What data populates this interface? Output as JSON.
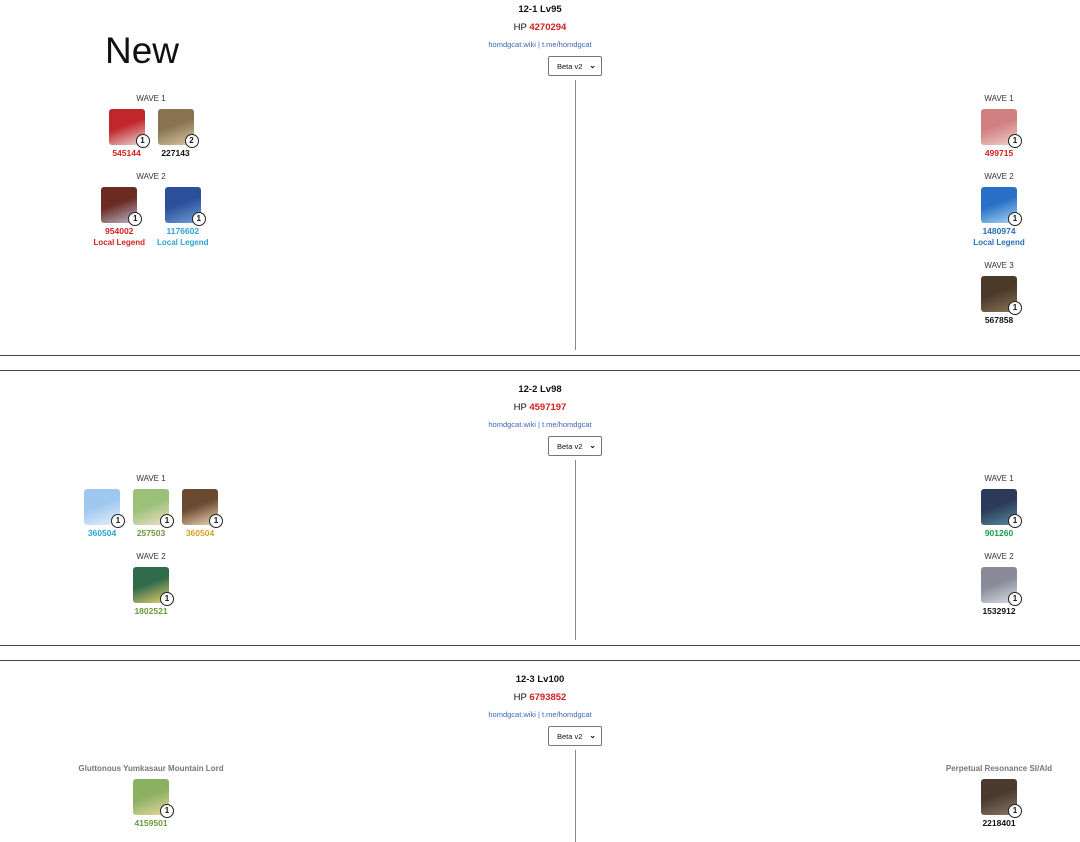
{
  "heading": "New",
  "links": {
    "wiki": "homdgcat.wiki",
    "sep": " | ",
    "tg": "t.me/homdgcat"
  },
  "sections": [
    {
      "title": "12-1 Lv95",
      "hp_label": "HP ",
      "hp": "4270294",
      "select": "Beta v2",
      "left": [
        {
          "label": "WAVE 1",
          "enemies": [
            {
              "count": "1",
              "hp": "545144",
              "color": "#d21f1f",
              "icon": [
                "#c0262c",
                "#e8d8d0"
              ]
            },
            {
              "count": "2",
              "hp": "227143",
              "color": "#111111",
              "icon": [
                "#8a7350",
                "#d8c8a8"
              ]
            }
          ]
        },
        {
          "label": "WAVE 2",
          "enemies": [
            {
              "count": "1",
              "hp": "954002",
              "color": "#d21f1f",
              "legend": "Local Legend",
              "icon": [
                "#6b2a22",
                "#b8b8c8"
              ]
            },
            {
              "count": "1",
              "hp": "1176602",
              "color": "#2aa3d8",
              "legend": "Local Legend",
              "icon": [
                "#2c4f9a",
                "#6ea0d8"
              ]
            }
          ]
        }
      ],
      "right": [
        {
          "label": "WAVE 1",
          "enemies": [
            {
              "count": "1",
              "hp": "499715",
              "color": "#d21f1f",
              "icon": [
                "#d08080",
                "#f0d0c8"
              ]
            }
          ]
        },
        {
          "label": "WAVE 2",
          "enemies": [
            {
              "count": "1",
              "hp": "1480974",
              "color": "#2a6fb5",
              "legend": "Local Legend",
              "icon": [
                "#2a70c8",
                "#a8d8f0"
              ]
            }
          ]
        },
        {
          "label": "WAVE 3",
          "enemies": [
            {
              "count": "1",
              "hp": "567858",
              "color": "#111111",
              "icon": [
                "#4a3a2a",
                "#8a7458"
              ]
            }
          ]
        }
      ]
    },
    {
      "title": "12-2 Lv98",
      "hp_label": "HP ",
      "hp": "4597197",
      "select": "Beta v2",
      "left": [
        {
          "label": "WAVE 1",
          "enemies": [
            {
              "count": "1",
              "hp": "360504",
              "color": "#2aa3d8",
              "icon": [
                "#9fc8f0",
                "#e8f0fa"
              ]
            },
            {
              "count": "1",
              "hp": "257503",
              "color": "#6a9a3a",
              "icon": [
                "#9ac07a",
                "#f0e0c8"
              ]
            },
            {
              "count": "1",
              "hp": "360504",
              "color": "#d8a020",
              "icon": [
                "#6a4a30",
                "#f0d8b8"
              ]
            }
          ]
        },
        {
          "label": "WAVE 2",
          "enemies": [
            {
              "count": "1",
              "hp": "1802521",
              "color": "#6a9a3a",
              "icon": [
                "#2f6a4a",
                "#e8d070"
              ]
            }
          ]
        }
      ],
      "right": [
        {
          "label": "WAVE 1",
          "enemies": [
            {
              "count": "1",
              "hp": "901260",
              "color": "#1a9a4a",
              "icon": [
                "#2a3a58",
                "#5a8aa0"
              ]
            }
          ]
        },
        {
          "label": "WAVE 2",
          "enemies": [
            {
              "count": "1",
              "hp": "1532912",
              "color": "#111111",
              "icon": [
                "#8a8a98",
                "#d8e0e8"
              ]
            }
          ]
        }
      ]
    },
    {
      "title": "12-3 Lv100",
      "hp_label": "HP ",
      "hp": "6793852",
      "select": "Beta v2",
      "left": [
        {
          "label": "Gluttonous Yumkasaur Mountain Lord",
          "boss": true,
          "enemies": [
            {
              "count": "1",
              "hp": "4159501",
              "color": "#6a9a3a",
              "icon": [
                "#8ab060",
                "#e8d8a0"
              ]
            }
          ]
        }
      ],
      "right": [
        {
          "label": "Perpetual Resonance SI/Ald",
          "boss": true,
          "enemies": [
            {
              "count": "1",
              "hp": "2218401",
              "color": "#111111",
              "icon": [
                "#4a3a30",
                "#8a7868"
              ]
            }
          ]
        }
      ]
    }
  ]
}
